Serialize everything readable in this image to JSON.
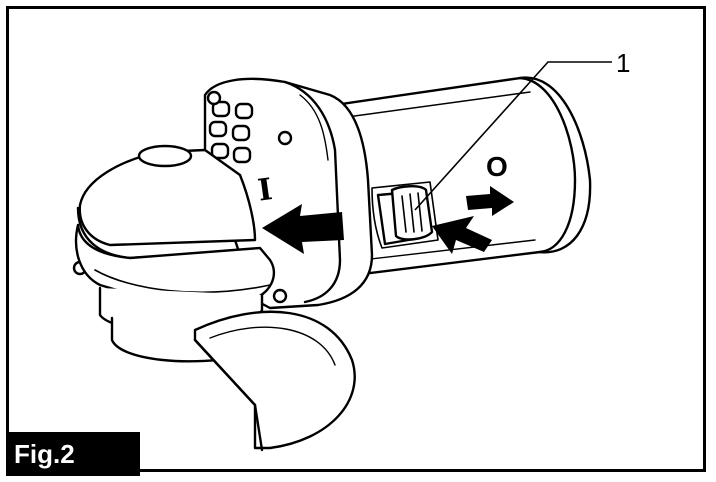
{
  "figure": {
    "label": "Fig.2"
  },
  "callouts": [
    {
      "number": "1"
    }
  ],
  "symbols": {
    "on": "I",
    "off": "O"
  },
  "colors": {
    "ink": "#000000",
    "paper": "#ffffff"
  }
}
